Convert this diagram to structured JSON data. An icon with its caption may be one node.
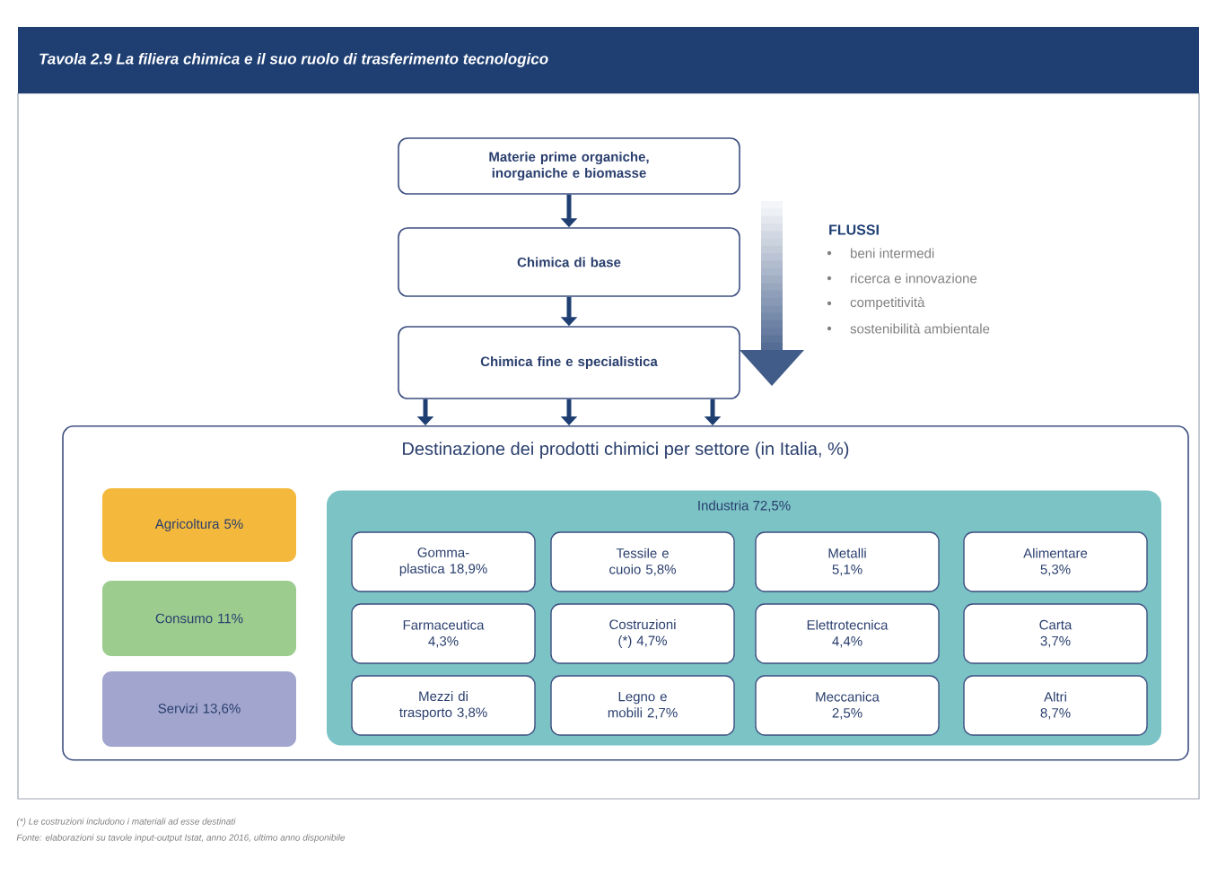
{
  "diagram": {
    "title": "Tavola 2.9   La filiera chimica e il suo ruolo di trasferimento tecnologico",
    "nodes": [
      {
        "text": [
          "Materie prime organiche, inorganiche e biomasse"
        ]
      },
      {
        "text": [
          "Chimica di base"
        ]
      },
      {
        "text": [
          "Chimica fine e specialistica"
        ]
      },
      {
        "text": [
          "Destinazione dei prodotti chimici per settore (in Italia, %)"
        ]
      },
      {
        "text": [
          "Agricoltura 5%"
        ],
        "in": 3
      },
      {
        "text": [
          "Consumo 11%"
        ],
        "in": 3
      },
      {
        "text": [
          "Servizi 13,6%"
        ],
        "in": 3
      },
      {
        "text": [
          "Industria 72,5%"
        ],
        "in": 3
      },
      {
        "text": [
          "Gomma-plastica 18,9%"
        ],
        "in": 7
      },
      {
        "text": [
          "Tessile e cuoio 5,8%"
        ],
        "in": 7
      },
      {
        "text": [
          "Metalli 5,1%"
        ],
        "in": 7
      },
      {
        "text": [
          "Alimentare 5,3%"
        ],
        "in": 7
      },
      {
        "text": [
          "Farmaceutica 4,3%"
        ],
        "in": 7
      },
      {
        "text": [
          "Costruzioni (*) 4,7%"
        ],
        "in": 7
      },
      {
        "text": [
          "Elettrotecnica 4,4%"
        ],
        "in": 7
      },
      {
        "text": [
          "Carta 3,7%"
        ],
        "in": 7
      },
      {
        "text": [
          "Mezzi di trasporto 3,8%"
        ],
        "in": 7
      },
      {
        "text": [
          "Legno e mobili 2,7%"
        ],
        "in": 7
      },
      {
        "text": [
          "Meccanica 2,5%"
        ],
        "in": 7
      },
      {
        "text": [
          "Altri 8,7%"
        ],
        "in": 7
      }
    ],
    "edges": [
      {
        "from": 0,
        "to": 1,
        "arrow": "to"
      },
      {
        "from": 1,
        "to": 2,
        "arrow": "to"
      },
      {
        "from": 2,
        "to": 3,
        "arrow": "to"
      },
      {
        "from": 2,
        "to": 3,
        "arrow": "to"
      },
      {
        "from": 2,
        "to": 3,
        "arrow": "to"
      }
    ],
    "labels": [
      "FLUSSI",
      "beni intermedi",
      "ricerca e innovazione",
      "competitività",
      "sostenibilità ambientale",
      "(*) Le costruzioni includono i materiali ad esse destinati",
      "Fonte: elaborazioni su tavole input-output Istat, anno 2016, ultimo anno disponibile"
    ]
  }
}
